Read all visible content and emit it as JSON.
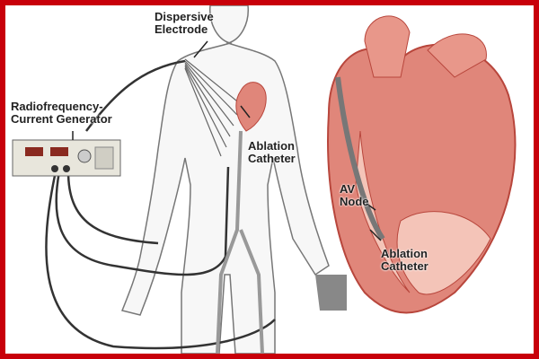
{
  "labels": {
    "dispersive_electrode": [
      "Dispersive",
      "Electrode"
    ],
    "generator": [
      "Radiofrequency-",
      "Current Generator"
    ],
    "ablation_catheter_body": [
      "Ablation",
      "Catheter"
    ],
    "av_node": [
      "AV",
      "Node"
    ],
    "ablation_catheter_heart": [
      "Ablation",
      "Catheter"
    ]
  },
  "colors": {
    "border": "#c8000a",
    "heart": "#e0867a",
    "heart_dark": "#b8463c",
    "outline": "#555555"
  }
}
